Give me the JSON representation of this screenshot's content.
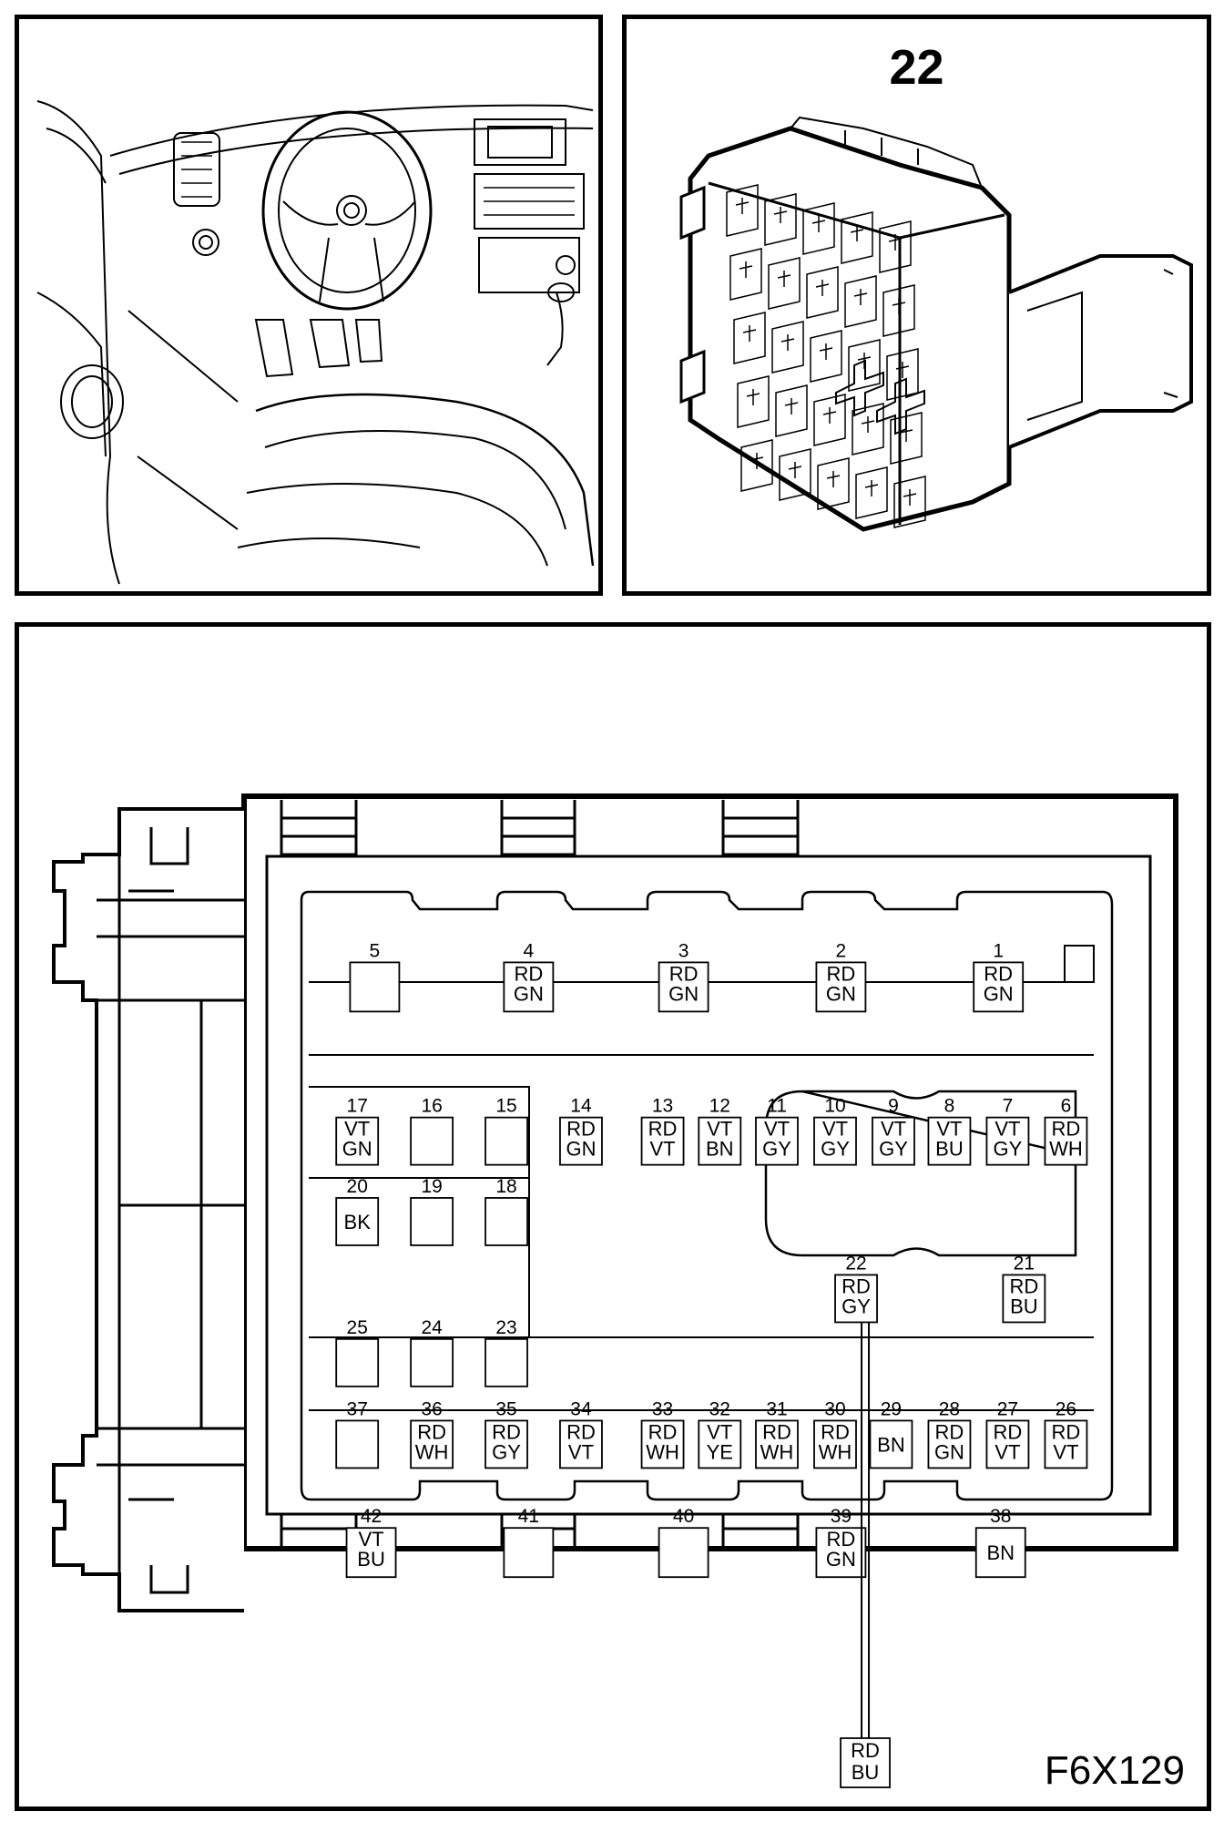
{
  "connector_view": {
    "number": "22"
  },
  "figure_code": "F6X129",
  "pins": [
    {
      "n": "1",
      "c": [
        "RD",
        "GN"
      ]
    },
    {
      "n": "2",
      "c": [
        "RD",
        "GN"
      ]
    },
    {
      "n": "3",
      "c": [
        "RD",
        "GN"
      ]
    },
    {
      "n": "4",
      "c": [
        "RD",
        "GN"
      ]
    },
    {
      "n": "5",
      "c": []
    },
    {
      "n": "6",
      "c": [
        "RD",
        "WH"
      ]
    },
    {
      "n": "7",
      "c": [
        "VT",
        "GY"
      ]
    },
    {
      "n": "8",
      "c": [
        "VT",
        "BU"
      ]
    },
    {
      "n": "9",
      "c": [
        "VT",
        "GY"
      ]
    },
    {
      "n": "10",
      "c": [
        "VT",
        "GY"
      ]
    },
    {
      "n": "11",
      "c": [
        "VT",
        "GY"
      ]
    },
    {
      "n": "12",
      "c": [
        "VT",
        "BN"
      ]
    },
    {
      "n": "13",
      "c": [
        "RD",
        "VT"
      ]
    },
    {
      "n": "14",
      "c": [
        "RD",
        "GN"
      ]
    },
    {
      "n": "15",
      "c": []
    },
    {
      "n": "16",
      "c": []
    },
    {
      "n": "17",
      "c": [
        "VT",
        "GN"
      ]
    },
    {
      "n": "18",
      "c": []
    },
    {
      "n": "19",
      "c": []
    },
    {
      "n": "20",
      "c": [
        "BK"
      ]
    },
    {
      "n": "21",
      "c": [
        "RD",
        "BU"
      ]
    },
    {
      "n": "22",
      "c": [
        "RD",
        "GY"
      ]
    },
    {
      "n": "23",
      "c": []
    },
    {
      "n": "24",
      "c": []
    },
    {
      "n": "25",
      "c": []
    },
    {
      "n": "26",
      "c": [
        "RD",
        "VT"
      ]
    },
    {
      "n": "27",
      "c": [
        "RD",
        "VT"
      ]
    },
    {
      "n": "28",
      "c": [
        "RD",
        "GN"
      ]
    },
    {
      "n": "29",
      "c": [
        "BN"
      ]
    },
    {
      "n": "30",
      "c": [
        "RD",
        "WH"
      ]
    },
    {
      "n": "31",
      "c": [
        "RD",
        "WH"
      ]
    },
    {
      "n": "32",
      "c": [
        "VT",
        "YE"
      ]
    },
    {
      "n": "33",
      "c": [
        "RD",
        "WH"
      ]
    },
    {
      "n": "34",
      "c": [
        "RD",
        "VT"
      ]
    },
    {
      "n": "35",
      "c": [
        "RD",
        "GY"
      ]
    },
    {
      "n": "36",
      "c": [
        "RD",
        "WH"
      ]
    },
    {
      "n": "37",
      "c": []
    },
    {
      "n": "38",
      "c": [
        "BN"
      ]
    },
    {
      "n": "39",
      "c": [
        "RD",
        "GN"
      ]
    },
    {
      "n": "40",
      "c": []
    },
    {
      "n": "41",
      "c": []
    },
    {
      "n": "42",
      "c": [
        "VT",
        "BU"
      ]
    }
  ],
  "branch": {
    "from_pin": "22",
    "codes": [
      "RD",
      "BU"
    ]
  }
}
